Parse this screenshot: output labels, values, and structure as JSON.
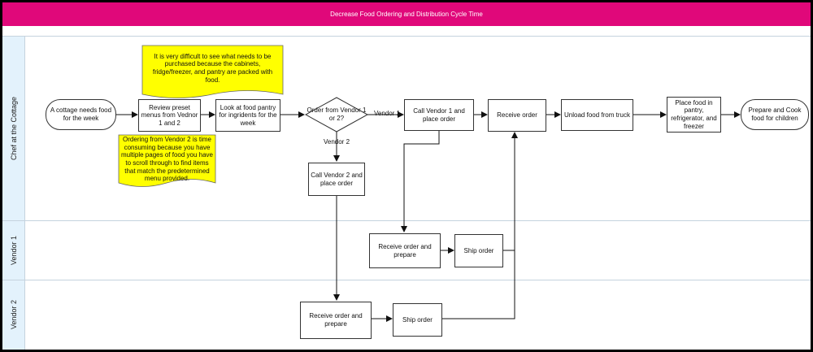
{
  "title": "Decrease Food Ordering and Distribution Cycle Time",
  "lanes": {
    "chef": "Chef at the Cottage",
    "vendor1": "Vendor 1",
    "vendor2": "Vendor 2"
  },
  "nodes": {
    "start": "A cottage needs food for the week",
    "review": "Review preset menus from Vednor 1 and 2",
    "look": "Look at food pantry for ingridents for the week",
    "decision": "Order from Vendor 1 or 2?",
    "call_v1": "Call Vendor 1 and place order",
    "receive": "Receive order",
    "unload": "Unload food from truck",
    "place": "Place food in pantry, refrigerator, and freezer",
    "end": "Prepare and Cook food for children",
    "call_v2": "Call Vendor 2 and place order",
    "v1_receive": "Receive order and prepare",
    "v1_ship": "Ship order",
    "v2_receive": "Receive order and prepare",
    "v2_ship": "Ship order"
  },
  "notes": {
    "note1": "It is very difficult to see what needs to be purchased because the cabinets, fridge/freezer, and pantry are packed with food.",
    "note2": "Ordering from Vendor 2 is time consuming because you have multiple pages of food you have to scroll through to find items that match the predetermined menu provided."
  },
  "edge_labels": {
    "vendor1": "Vendor 1",
    "vendor2": "Vendor 2"
  },
  "colors": {
    "title_bar": "#e0087a",
    "lane_label_bg": "#e3f2fc",
    "note_fill": "#ffff00"
  }
}
